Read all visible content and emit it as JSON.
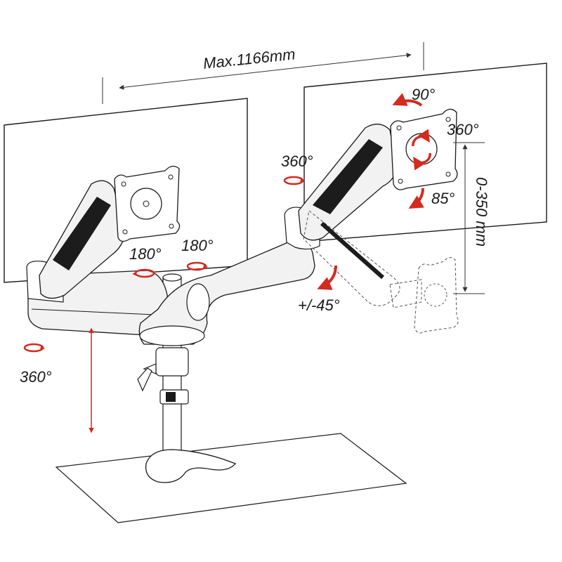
{
  "labels": {
    "max_width": "Max.1166mm",
    "tilt_up": "90°",
    "rotate_right": "360°",
    "tilt_down": "85°",
    "height_range": "0-350 mm",
    "swivel_right_joint": "360°",
    "pan_left": "180°",
    "pan_right": "180°",
    "tilt_angle": "+/-45°",
    "swivel_left_base": "360°"
  },
  "colors": {
    "outline": "#1a1a1a",
    "rotation_arrow": "#d42a1f",
    "dimension_line": "#333333",
    "arm_fill": "#f2f2f2",
    "arm_dark": "#1c1c1c"
  }
}
